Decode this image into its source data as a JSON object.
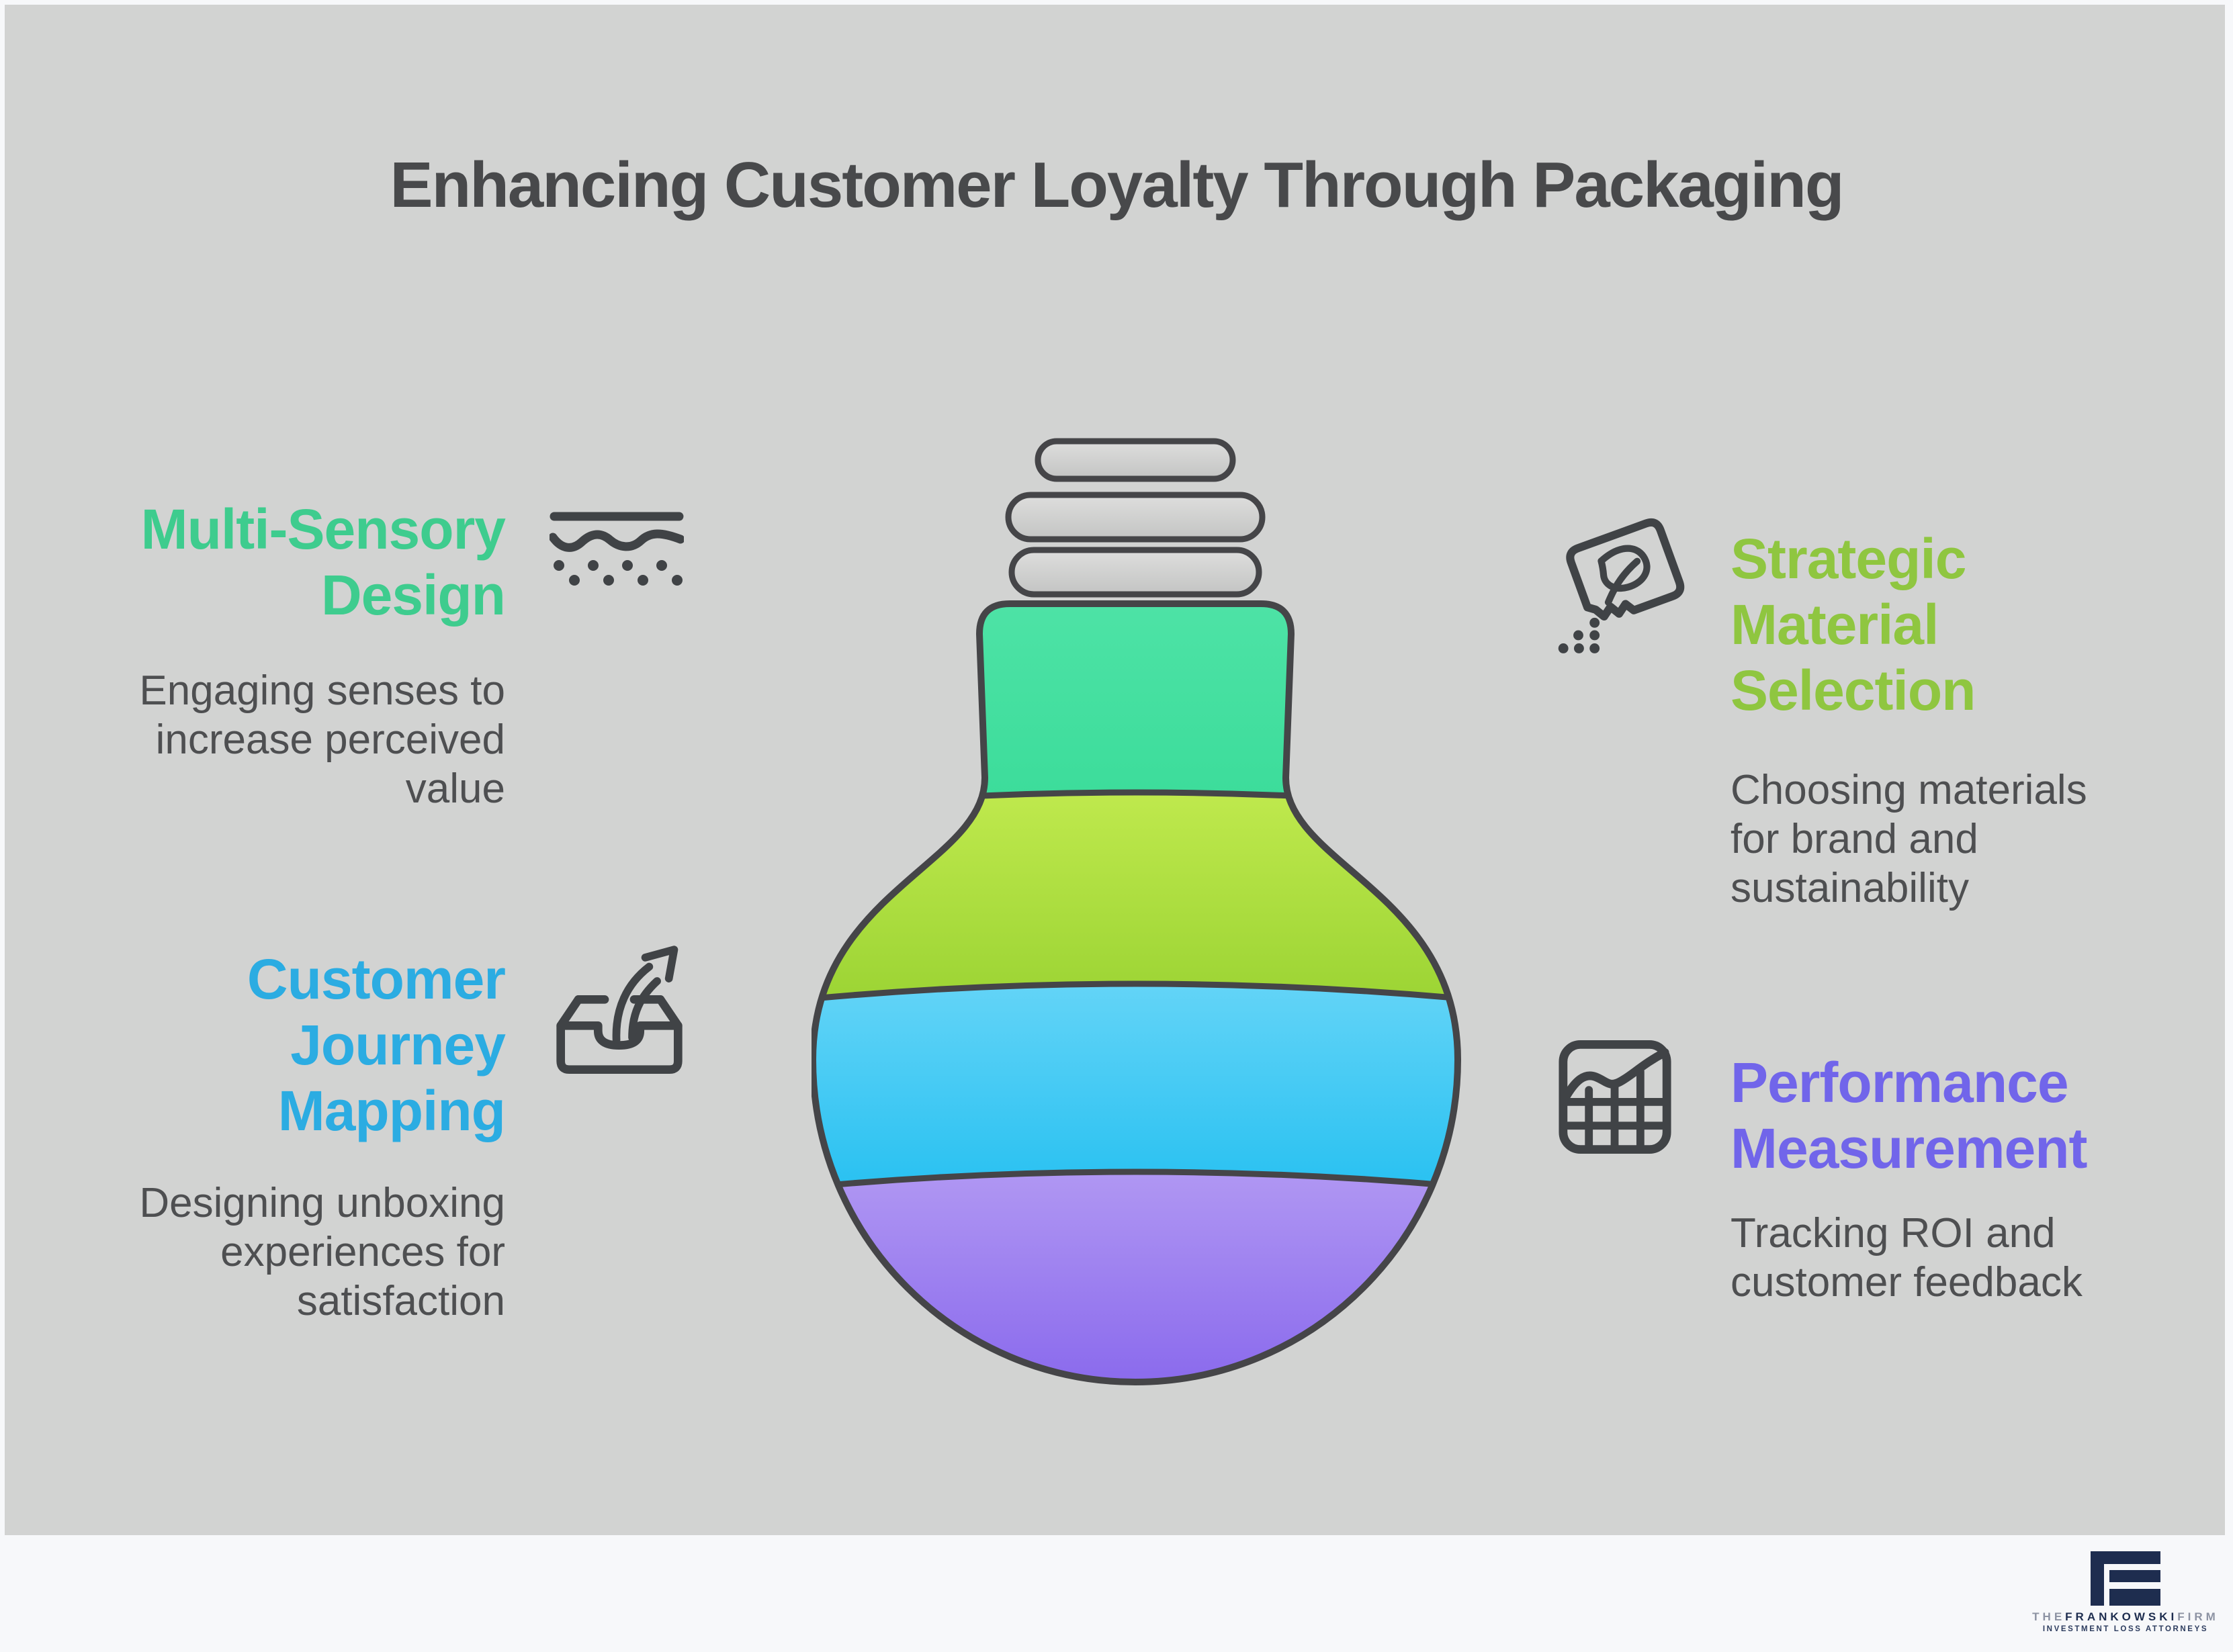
{
  "page": {
    "background": "#f7f8fa",
    "panel_background": "#d2d3d2"
  },
  "title": {
    "text": "Enhancing Customer Loyalty Through Packaging",
    "color": "#48494b"
  },
  "sections": [
    {
      "id": "multi-sensory-design",
      "accent_color": "#3ecc8e",
      "icon": "texture-waves-dots-icon",
      "title_lines": [
        "Multi-Sensory",
        "Design"
      ],
      "body_lines": [
        "Engaging senses to",
        "increase perceived",
        "value"
      ]
    },
    {
      "id": "customer-journey-mapping",
      "accent_color": "#2bace2",
      "icon": "unboxing-tray-arrow-icon",
      "title_lines": [
        "Customer",
        "Journey",
        "Mapping"
      ],
      "body_lines": [
        "Designing unboxing",
        "experiences for",
        "satisfaction"
      ]
    },
    {
      "id": "strategic-material-selection",
      "accent_color": "#8fc640",
      "icon": "seed-packet-leaf-icon",
      "title_lines": [
        "Strategic",
        "Material",
        "Selection"
      ],
      "body_lines": [
        "Choosing materials",
        "for brand and",
        "sustainability"
      ]
    },
    {
      "id": "performance-measurement",
      "accent_color": "#7165ea",
      "icon": "chart-grid-icon",
      "title_lines": [
        "Performance",
        "Measurement"
      ],
      "body_lines": [
        "Tracking ROI and",
        "customer feedback"
      ]
    }
  ],
  "bulb": {
    "description": "inverted lightbulb with four colored bands and screw threads",
    "band_colors": {
      "teal": "#44e09e",
      "lime": "#a8dc3b",
      "cyan": "#3fc9f3",
      "purple": "#9a7cef"
    },
    "outline_color": "#454548",
    "thread_fill": "#d0d1d0"
  },
  "logo": {
    "mark": "frankowski-f-monogram",
    "line1_prefix": "THE",
    "line1_name": "FRANKOWSKI",
    "line1_suffix": "FIRM",
    "line2": "INVESTMENT LOSS ATTORNEYS",
    "navy": "#1e2d4f",
    "muted": "#8d93a3"
  }
}
